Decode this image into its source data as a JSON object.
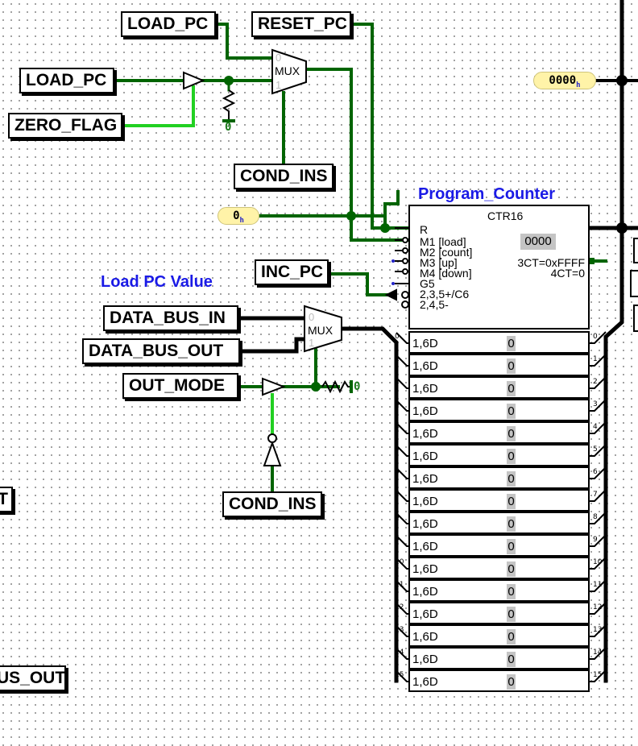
{
  "tunnels_top": {
    "load_pc_top": "LOAD_PC",
    "reset_pc": "RESET_PC",
    "load_pc_in": "LOAD_PC",
    "zero_flag": "ZERO_FLAG",
    "cond_ins_top": "COND_INS"
  },
  "tunnels_mid": {
    "inc_pc": "INC_PC",
    "data_bus_in": "DATA_BUS_IN",
    "data_bus_out": "DATA_BUS_OUT",
    "out_mode": "OUT_MODE",
    "cond_ins_bottom": "COND_INS"
  },
  "tunnels_edge": {
    "left_t": "T",
    "left_us_out": "US_OUT"
  },
  "constants": {
    "pc_value": "0000",
    "pc_value_sub": "h",
    "zero_const": "0",
    "zero_const_sub": "h",
    "pulldown_top": "0",
    "pulldown_bottom": "0"
  },
  "mux_top": {
    "label": "MUX",
    "sel0": "0",
    "sel1": "1"
  },
  "mux_bottom": {
    "label": "MUX",
    "sel0": "0",
    "sel1": "1"
  },
  "labels": {
    "program_counter": "Program_Counter",
    "load_pc_value": "Load PC Value"
  },
  "counter": {
    "name": "CTR16",
    "state_value": "0000",
    "pins": [
      "R",
      "M1 [load]",
      "M2 [count]",
      "M3 [up]",
      "M4 [down]",
      "G5",
      "2,3,5+/C6",
      "2,4,5-"
    ],
    "ct_max": "3CT=0xFFFF",
    "ct_zero": "4CT=0"
  },
  "registers": {
    "row_label": "1,6D",
    "indices": [
      "0",
      "1",
      "2",
      "3",
      "4",
      "5",
      "6",
      "7",
      "8",
      "9",
      "10",
      "11",
      "12",
      "13",
      "14",
      "15"
    ],
    "values": [
      "0",
      "0",
      "0",
      "0",
      "0",
      "0",
      "0",
      "0",
      "0",
      "0",
      "0",
      "0",
      "0",
      "0",
      "0",
      "0"
    ]
  },
  "colors": {
    "wire_dark": "#006400",
    "wire_light": "#22d022",
    "bus": "#000000",
    "label_blue": "#1a1ae6",
    "constant_bg": "#fff3a8"
  }
}
